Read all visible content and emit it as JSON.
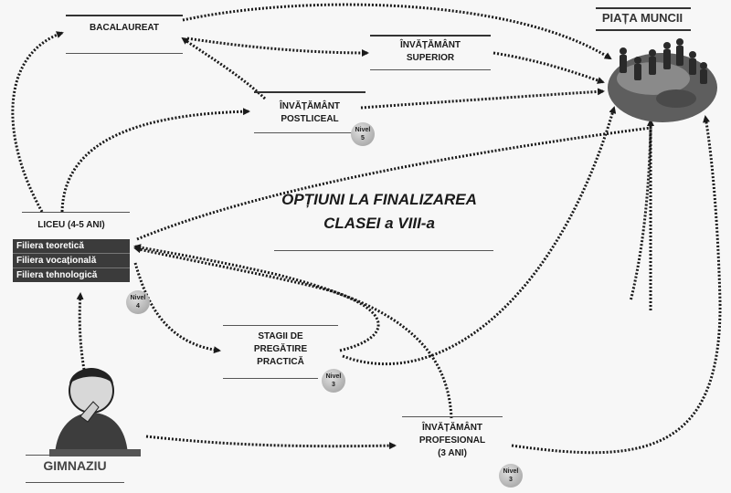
{
  "nodes": {
    "bacalaureat": "BACALAUREAT",
    "piata_muncii": "PIAȚA MUNCII",
    "inv_superior_line1": "ÎNVĂȚĂMÂNT",
    "inv_superior_line2": "SUPERIOR",
    "inv_postliceal_line1": "ÎNVĂȚĂMÂNT",
    "inv_postliceal_line2": "POSTLICEAL",
    "liceu": "LICEU (4-5 ANI)",
    "filiera_teoretica": "Filiera teoretică",
    "filiera_vocationala": "Filiera vocațională",
    "filiera_tehnologica": "Filiera tehnologică",
    "stagii_line1": "STAGII DE",
    "stagii_line2": "PREGĂTIRE",
    "stagii_line3": "PRACTICĂ",
    "inv_profesional_line1": "ÎNVĂȚĂMÂNT",
    "inv_profesional_line2": "PROFESIONAL",
    "inv_profesional_line3": "(3 ANI)",
    "gimnaziu": "GIMNAZIU"
  },
  "title": {
    "line1": "OPȚIUNI LA FINALIZAREA",
    "line2": "CLASEI a VIII-a"
  },
  "badges": {
    "word": "Nivel",
    "postliceal_level": "5",
    "liceu_level": "4",
    "stagii_level": "3",
    "profesional_level": "3"
  }
}
